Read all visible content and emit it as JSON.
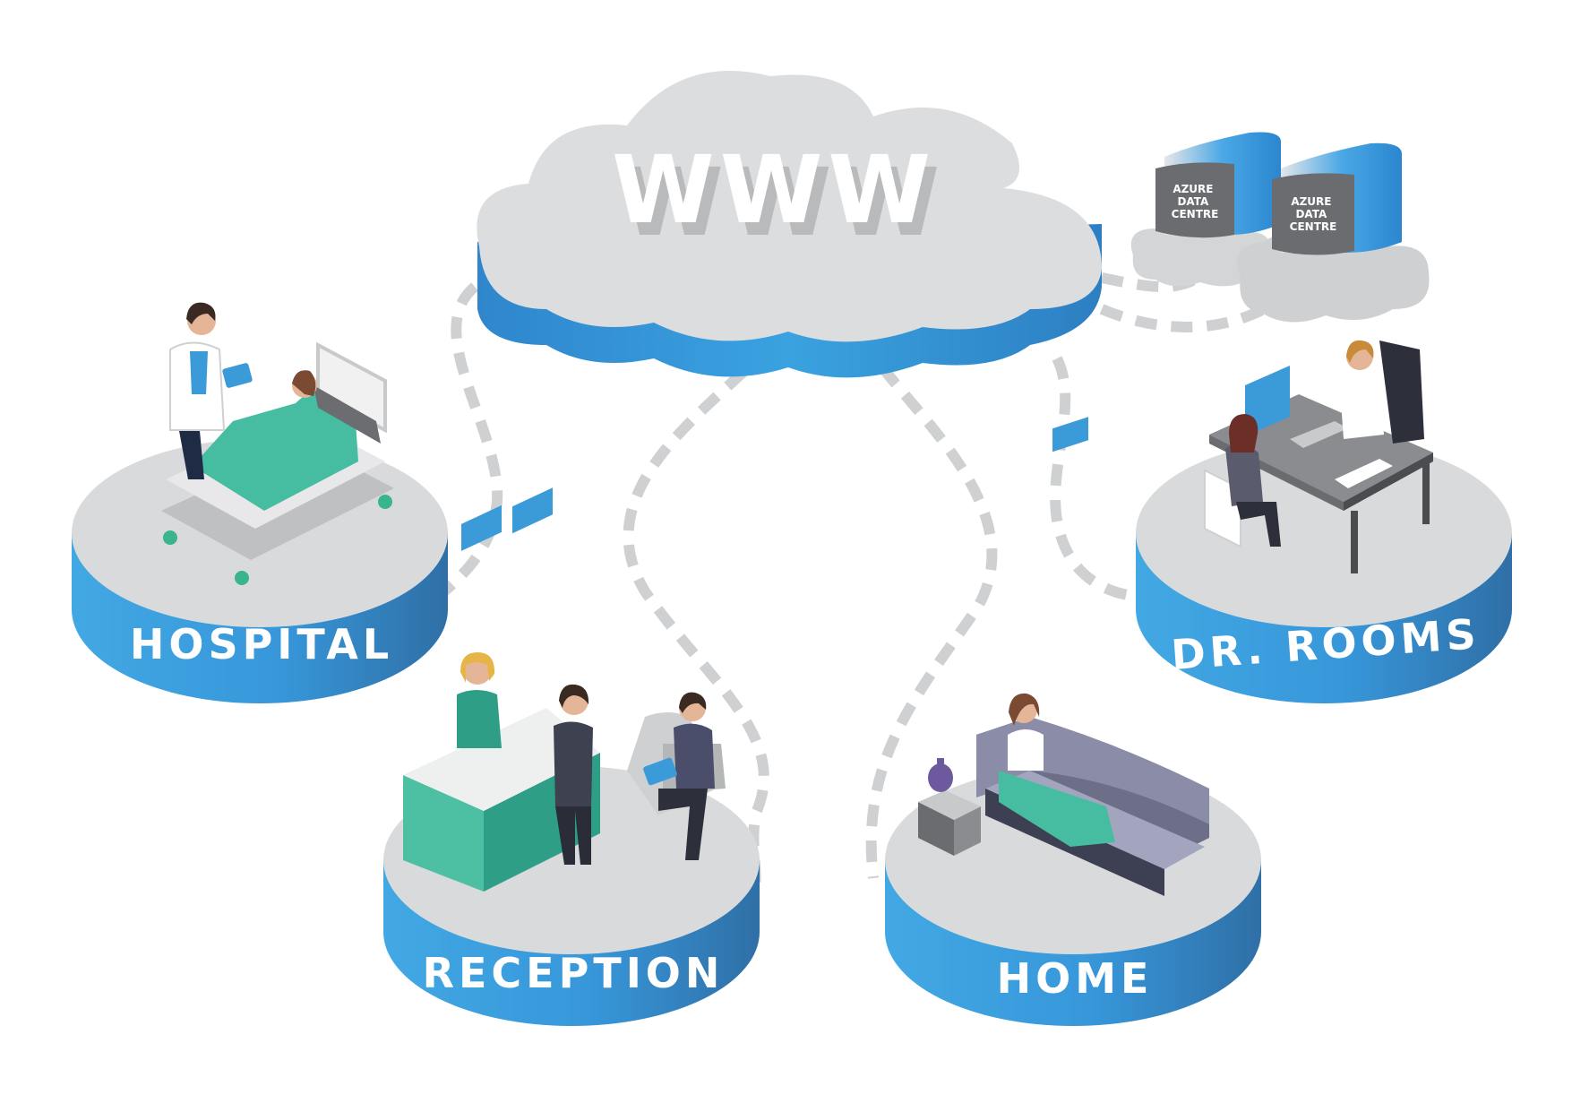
{
  "cloud": {
    "text": "WWW"
  },
  "servers": [
    {
      "label_lines": [
        "AZURE",
        "DATA",
        "CENTRE"
      ]
    },
    {
      "label_lines": [
        "AZURE",
        "DATA",
        "CENTRE"
      ]
    }
  ],
  "nodes": {
    "hospital": {
      "label": "HOSPITAL"
    },
    "reception": {
      "label": "RECEPTION"
    },
    "home": {
      "label": "HOME"
    },
    "dr_rooms": {
      "label": "DR. ROOMS"
    }
  },
  "colors": {
    "platform_side": "#3a9ad9",
    "platform_top": "#d8d9db",
    "cloud_top": "#dcdddf",
    "connector": "#cfd0d2",
    "teal": "#4dbfa3",
    "dark_teal": "#2e9e86"
  }
}
